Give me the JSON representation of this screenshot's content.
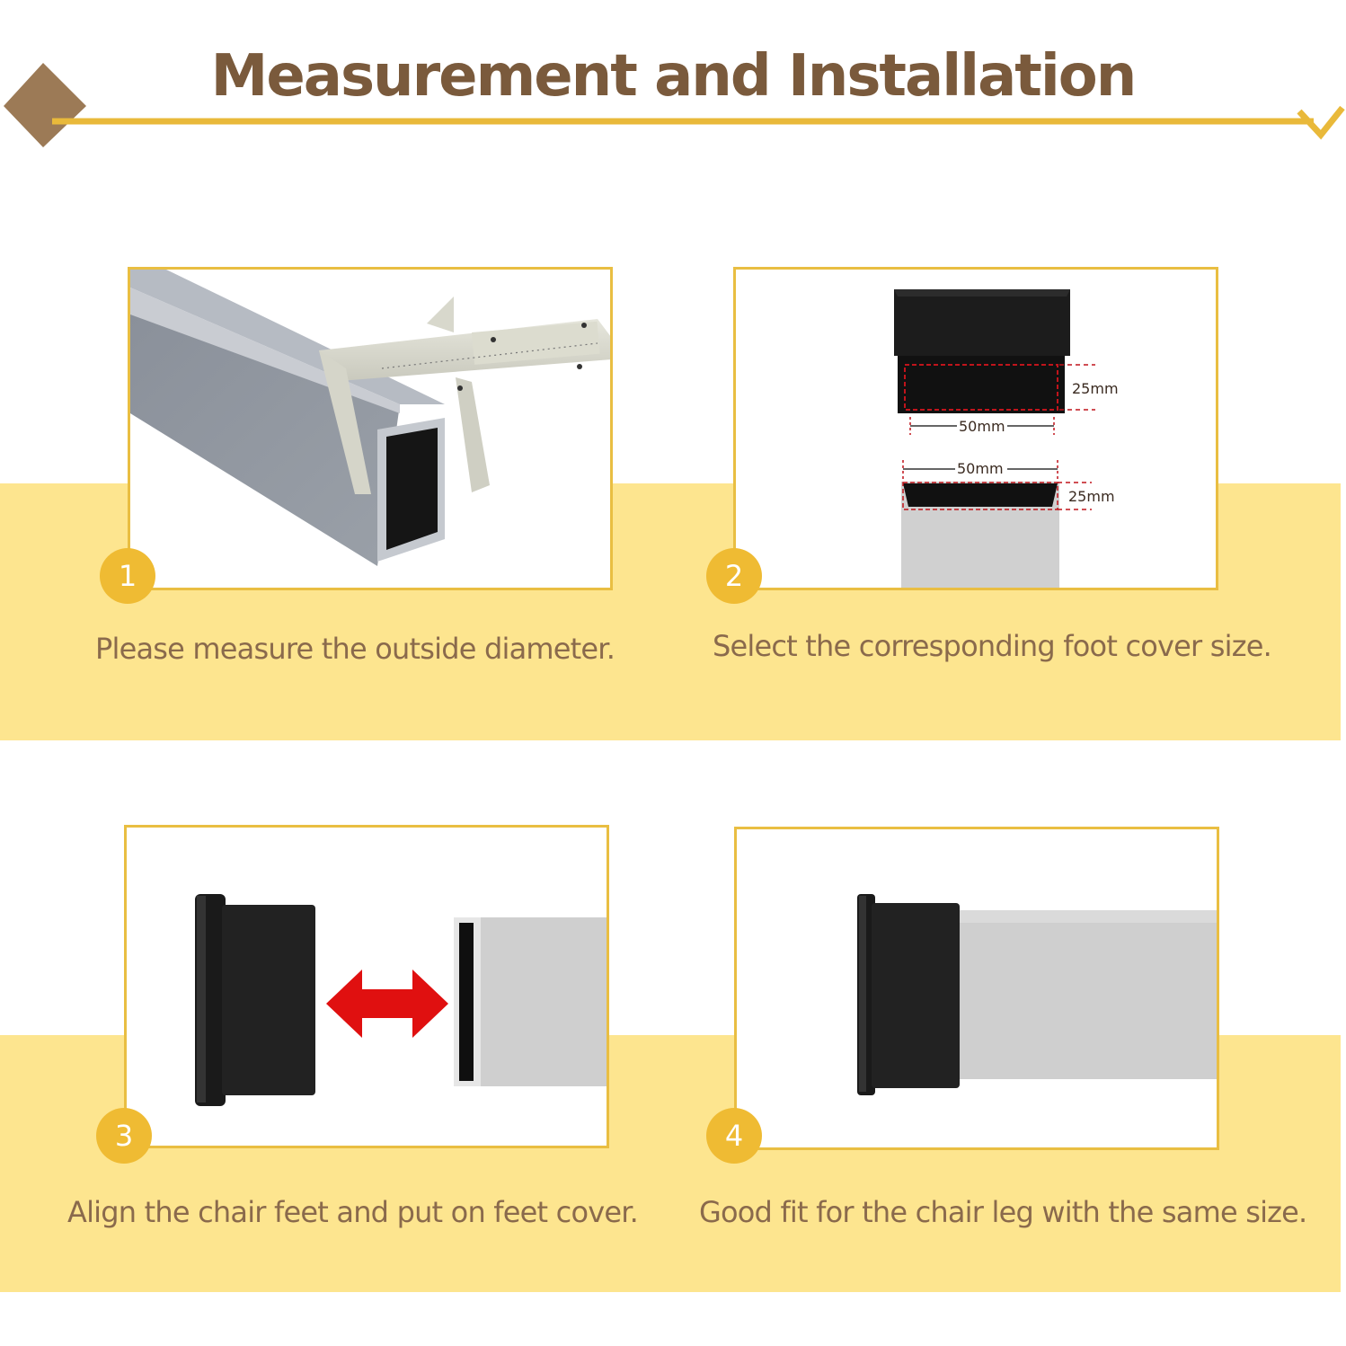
{
  "header": {
    "title": "Measurement and Installation"
  },
  "steps": [
    {
      "number": "1",
      "caption": "Please measure the outside diameter."
    },
    {
      "number": "2",
      "caption": "Select the corresponding foot cover size."
    },
    {
      "number": "3",
      "caption": "Align the chair feet and put on feet cover."
    },
    {
      "number": "4",
      "caption": "Good fit for the chair leg with the same size."
    }
  ],
  "dimensions": {
    "cap_height": "25mm",
    "cap_width": "50mm",
    "tube_width": "50mm",
    "tube_height": "25mm"
  },
  "colors": {
    "title": "#7a5a3c",
    "accent_line": "#e9b93a",
    "diamond": "#9c7a56",
    "band": "#fde58f",
    "badge": "#efbb33",
    "caption": "#8a6a4c",
    "arrow": "#e01010"
  }
}
